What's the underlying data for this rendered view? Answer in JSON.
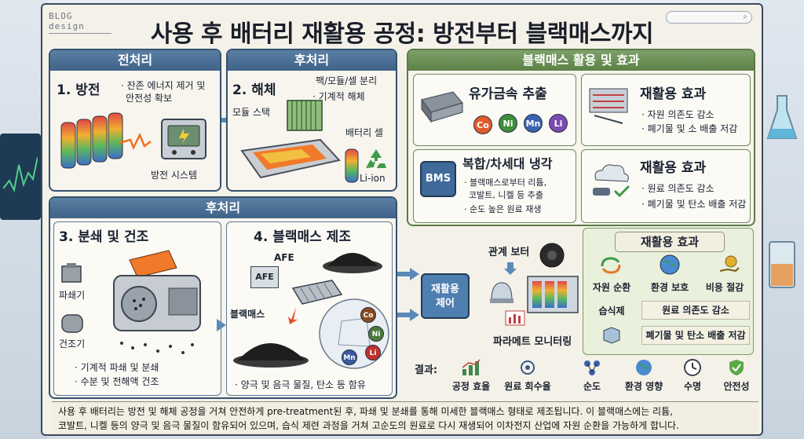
{
  "header": {
    "logo_line1": "BLOG",
    "logo_line2": "design",
    "title": "사용 후 배터리 재활용 공정: 방전부터 블랙매스까지"
  },
  "pretreatment": {
    "heading": "전처리",
    "step_title": "1. 방전",
    "bullet": "· 잔존 에너지 제거 및",
    "bullet_cont": "안전성 확보",
    "system_label": "방전 시스템"
  },
  "posttreatment_top": {
    "heading": "후처리",
    "step_title": "2. 해체",
    "bullet1": "팩/모듈/셀 분리",
    "bullet2": "· 기계적 해체",
    "module_label": "모듈 스택",
    "cell_label": "배터리 셀",
    "liion_label": "Li-ion"
  },
  "posttreatment_bottom": {
    "heading": "후처리",
    "crush": {
      "step_title": "3. 분쇄 및 건조",
      "crusher_label": "파쇄기",
      "dryer_label": "건조기",
      "bullet1": "· 기계적 파쇄 및 분쇄",
      "bullet2": "· 수분 및 전해액 건조"
    },
    "blackmass": {
      "step_title": "4. 블랙매스 제조",
      "afe_top": "AFE",
      "afe_box": "AFE",
      "blackmass_label": "블랙매스",
      "bullet": "· 양극 및 음극 물질, 탄소 등 함유",
      "metals": [
        "Co",
        "Ni",
        "Li",
        "Mn"
      ]
    }
  },
  "utilization": {
    "heading": "블랙매스 활용 및 효과",
    "extraction": {
      "title": "유가금속 추출",
      "metals": [
        "Co",
        "Ni",
        "Mn",
        "Li"
      ],
      "metal_colors": [
        "#e05a2a",
        "#3d8f3a",
        "#3a62b0",
        "#7a4bb0"
      ]
    },
    "effect1": {
      "title": "재활용 효과",
      "bullet1": "· 자원 의존도 감소",
      "bullet2": "· 폐기물 및 소 배출 저감"
    },
    "cooling": {
      "title": "복합/차세대 냉각",
      "bms": "BMS",
      "bullet1": "· 블랙매스로부터 리튬,",
      "bullet2": "코발트, 니켈 등 추출",
      "bullet3": "· 순도 높은 원료 재생"
    },
    "effect2": {
      "title": "재활용 효과",
      "bullet1": "· 원료 의존도 감소",
      "bullet2": "· 폐기물 및 탄소 배출 저감"
    }
  },
  "control": {
    "chip_label_1": "재활용",
    "chip_label_2": "제어",
    "relation_label": "관계 보터",
    "parameter_label": "파라메트 모니터링"
  },
  "effect_grid": {
    "title": "재활용 효과",
    "cells": [
      "자원 순환",
      "환경 보호",
      "비용 절감"
    ],
    "row2_left": "습식제",
    "row2_right": "원료 의존도 감소",
    "row3_right": "폐기물 및 탄소 배출 저감"
  },
  "results": {
    "label": "결과:",
    "items": [
      "공정 효율",
      "원료 회수율",
      "순도",
      "환경 영향",
      "수명",
      "안전성"
    ]
  },
  "footer": {
    "line1": "사용 후 배터리는 방전 및 해체 공정을 거쳐 안전하게 pre-treatment된 후, 파쇄 및 분쇄를 통해 미세한 블랙매스 형태로 제조됩니다. 이 블랙매스에는 리튬,",
    "line2": "코발트, 니켈 등의 양극 및 음극 물질이 함유되어 있으며, 습식 제련 과정을 거쳐 고순도의 원료로 다시 재생되어 이차전지 산업에 자원 순환을 가능하게 합니다."
  },
  "colors": {
    "panel_blue": "#3f6388",
    "panel_green": "#5b8246",
    "arrow_blue": "#5b89b8"
  }
}
